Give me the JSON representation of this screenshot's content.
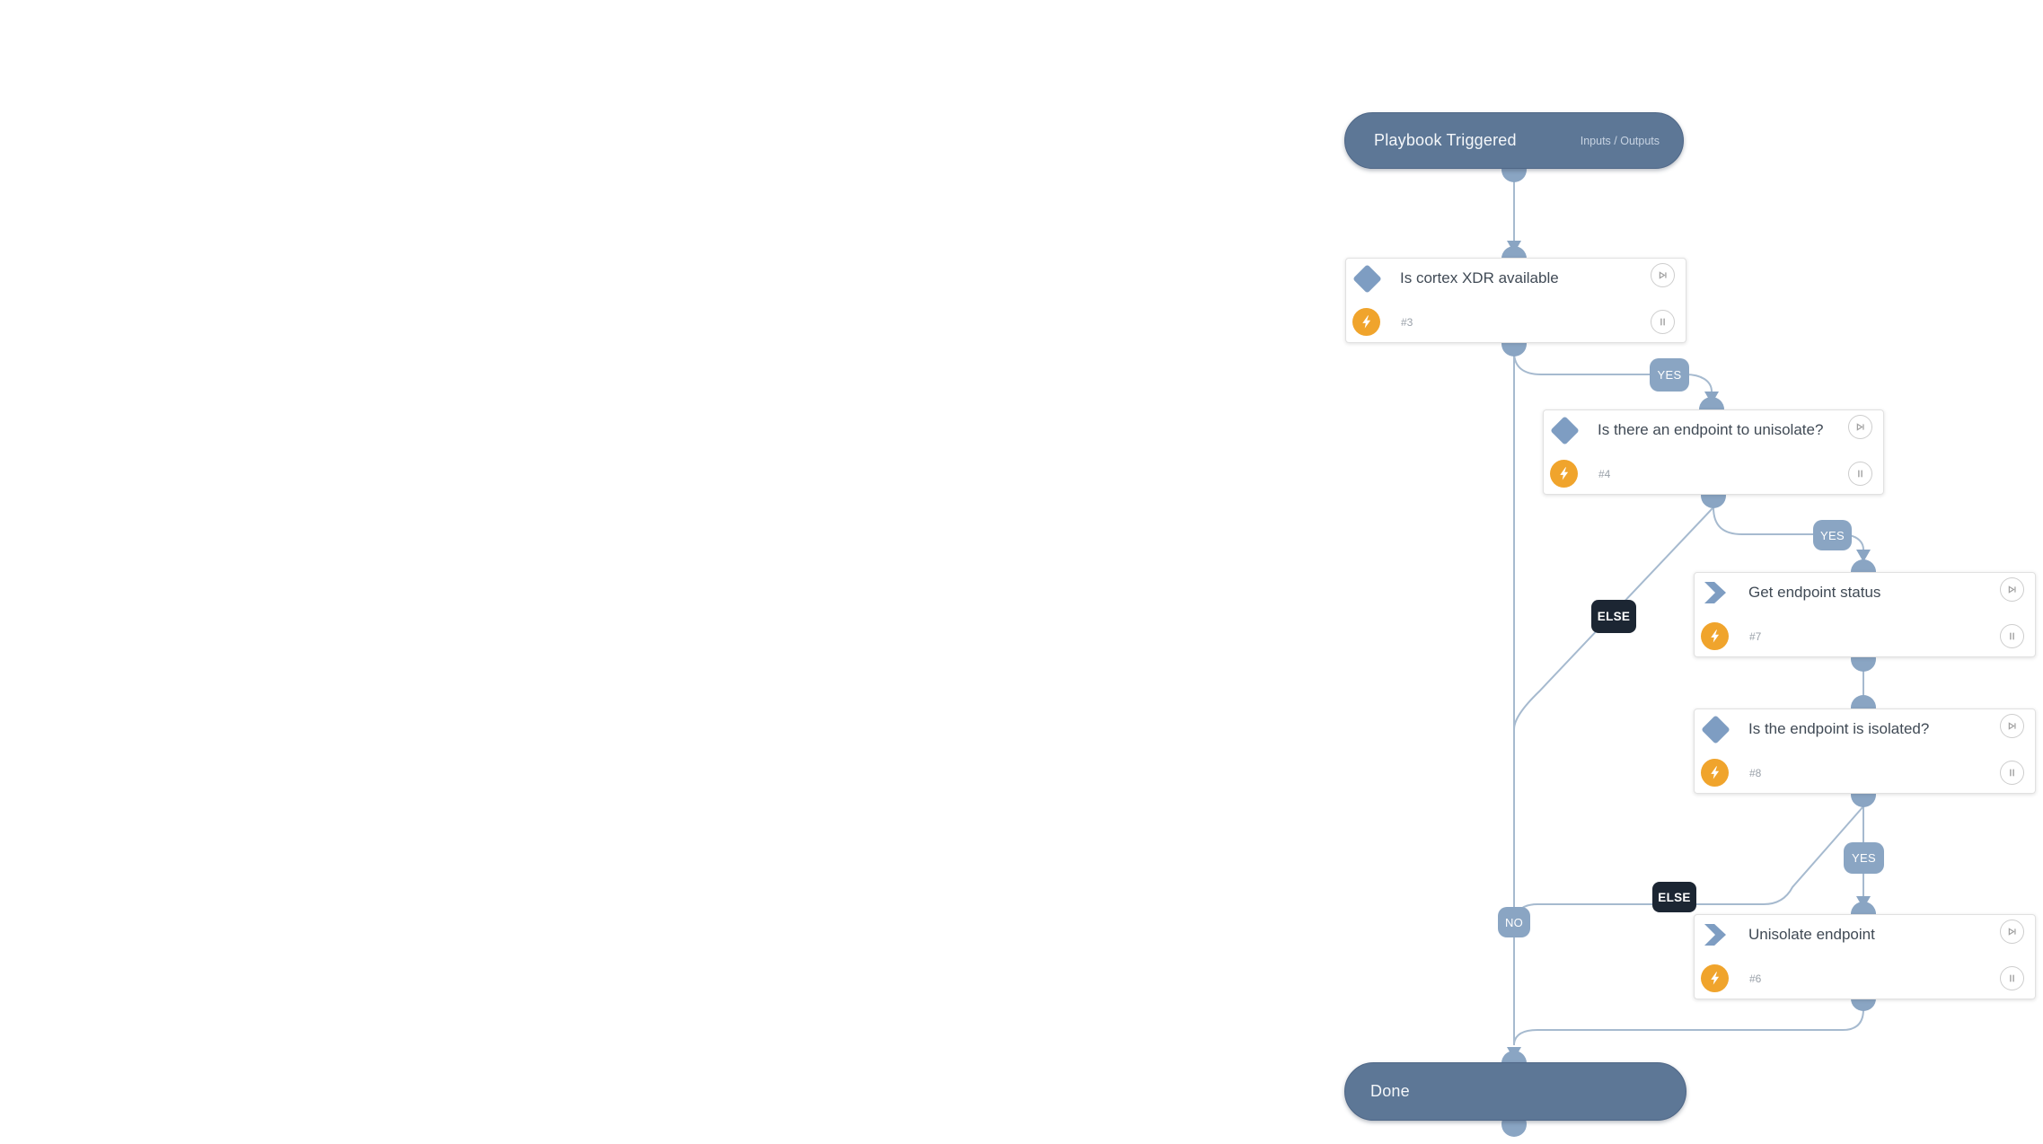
{
  "colors": {
    "pill_fill": "#5d7796",
    "connector": "#a6bacf",
    "dot": "#8aa5c3",
    "badge_yes_fill": "#8aa5c3",
    "badge_else_fill": "#1c2633",
    "task_icon_blue": "#7e9dc2",
    "bolt_orange": "#f0a42c"
  },
  "start_node": {
    "title": "Playbook Triggered",
    "action_label": "Inputs / Outputs"
  },
  "end_node": {
    "title": "Done"
  },
  "tasks": [
    {
      "id": "3",
      "type": "condition",
      "title": "Is cortex XDR available",
      "number": "#3"
    },
    {
      "id": "4",
      "type": "condition",
      "title": "Is there an endpoint to unisolate?",
      "number": "#4"
    },
    {
      "id": "7",
      "type": "task",
      "title": "Get endpoint status",
      "number": "#7"
    },
    {
      "id": "8",
      "type": "condition",
      "title": "Is the endpoint is isolated?",
      "number": "#8"
    },
    {
      "id": "6",
      "type": "task",
      "title": "Unisolate endpoint",
      "number": "#6"
    }
  ],
  "edge_labels": {
    "yes_3_to_4": "YES",
    "yes_4_to_7": "YES",
    "yes_8_to_6": "YES",
    "else_4": "ELSE",
    "else_8": "ELSE",
    "no_3": "NO"
  },
  "icons": {
    "condition": "diamond-icon",
    "task": "chevron-icon",
    "quiet_mode": "lightning-icon",
    "skip": "skip-forward-icon",
    "pause": "pause-icon"
  }
}
